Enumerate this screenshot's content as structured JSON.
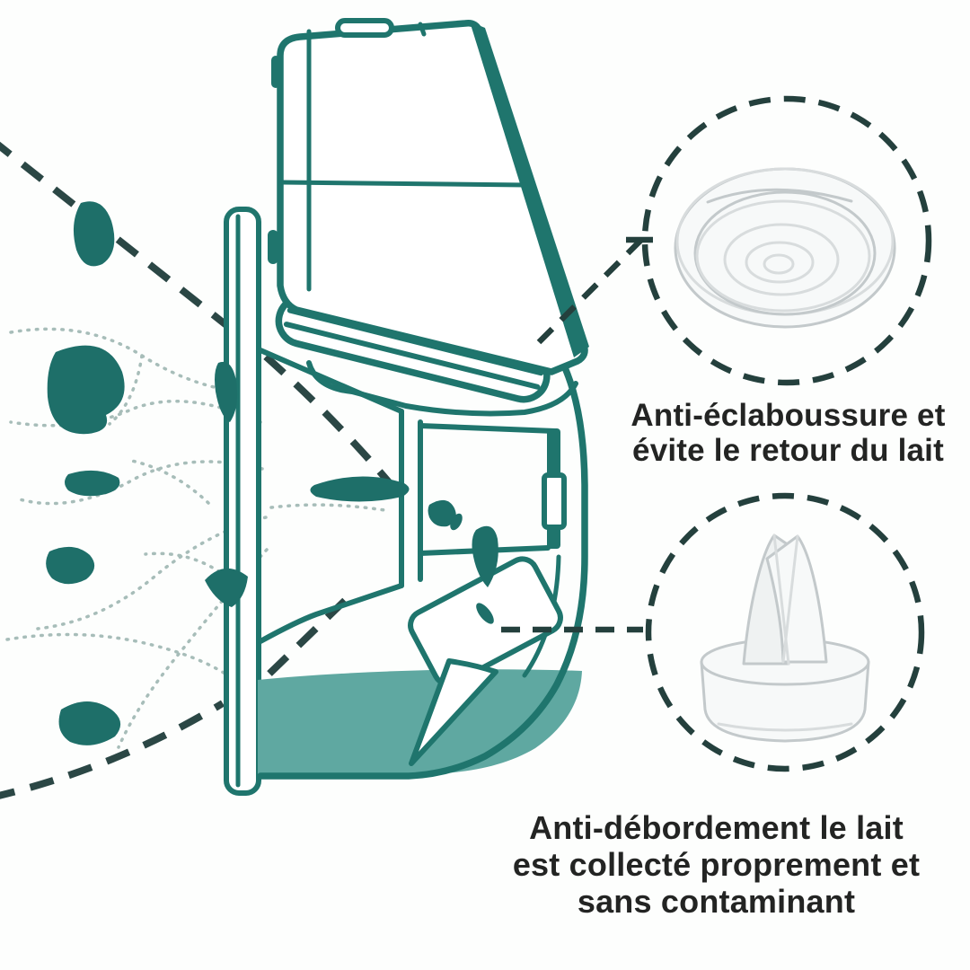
{
  "figure": {
    "subject": "Wearable breast pump cross-section infographic",
    "language": "fr"
  },
  "captions": {
    "top": {
      "lines": [
        "Anti-éclaboussure et",
        "évite le retour du lait"
      ]
    },
    "bottom": {
      "lines": [
        "Anti-débordement le lait",
        "est collecté proprement et",
        "sans contaminant"
      ]
    }
  },
  "callouts": {
    "top": {
      "part": "silicone-diaphragm"
    },
    "bottom": {
      "part": "duckbill-valve"
    }
  },
  "colors": {
    "outline_teal": "#1f756d",
    "milk_fill_teal": "#5fa8a1",
    "gland_teal": "#1e6f69",
    "duct_dotted_teal": "#a7bdb9",
    "dashed_dark": "#2b4745",
    "caption_text": "#232423",
    "background": "#fdfefd",
    "silicone_photo_gray": "#c3c9cb"
  }
}
